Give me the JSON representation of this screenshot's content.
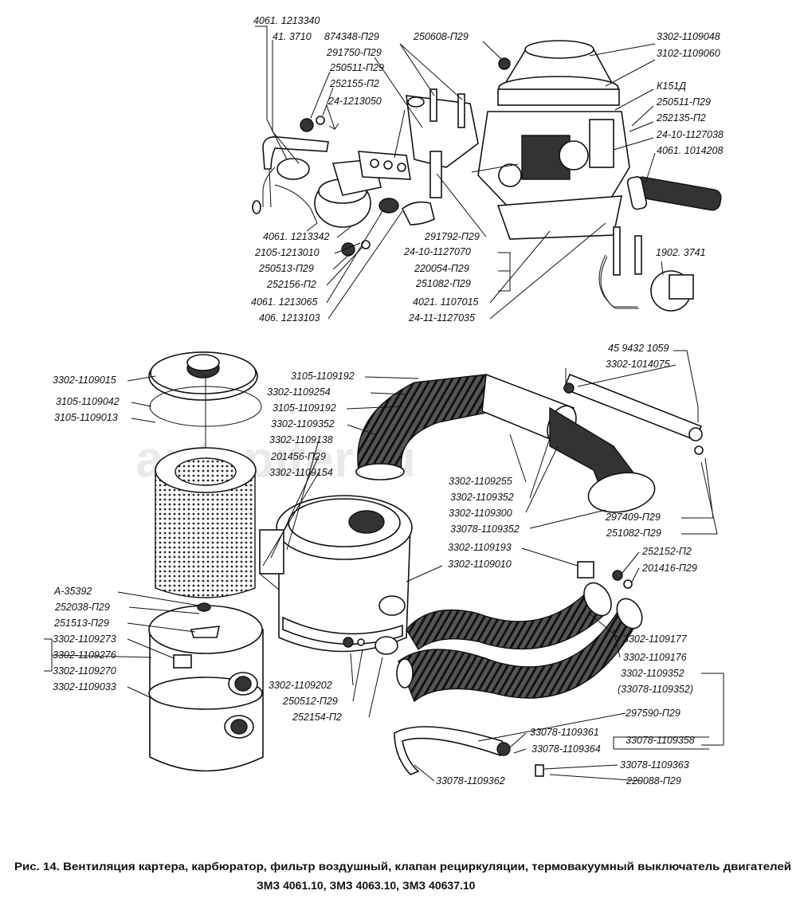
{
  "watermark": "autopiter.ru",
  "caption": {
    "line1": "Рис. 14. Вентиляция картера, карбюратор, фильтр воздушный, клапан рециркуляции, термовакуумный выключатель двигателей",
    "line2": "ЗМЗ 4061.10, ЗМЗ 4063.10, ЗМЗ 40637.10"
  },
  "labels": {
    "l01": "4061. 1213340",
    "l02": "41. 3710",
    "l03": "874348-П29",
    "l04": "291750-П29",
    "l05": "250511-П29",
    "l06": "252155-П2",
    "l07": "24-1213050",
    "l08": "250608-П29",
    "l09": "3302-1109048",
    "l10": "3102-1109060",
    "l11": "К151Д",
    "l12": "250511-П29",
    "l13": "252135-П2",
    "l14": "24-10-1127038",
    "l15": "4061. 1014208",
    "l16": "1902. 3741",
    "l17": "4061. 1213342",
    "l18": "2105-1213010",
    "l19": "250513-П29",
    "l20": "252156-П2",
    "l21": "4061. 1213065",
    "l22": "406. 1213103",
    "l23": "291792-П29",
    "l24": "24-10-1127070",
    "l25": "220054-П29",
    "l26": "251082-П29",
    "l27": "4021. 1107015",
    "l28": "24-11-1127035",
    "l29": "45 9432 1059",
    "l30": "3302-1014075",
    "l31": "3302-1109015",
    "l32": "3105-1109042",
    "l33": "3105-1109013",
    "l34": "3105-1109192",
    "l35": "3302-1109254",
    "l36": "3105-1109192",
    "l37": "3302-1109352",
    "l38": "3302-1109138",
    "l39": "201456-П29",
    "l40": "3302-1109154",
    "l41": "3302-1109255",
    "l42": "3302-1109352",
    "l43": "3302-1109300",
    "l44": "33078-1109352",
    "l45": "297409-П29",
    "l46": "251082-П29",
    "l47": "3302-1109193",
    "l48": "3302-1109010",
    "l49": "252152-П2",
    "l50": "201416-П29",
    "l51": "А-35392",
    "l52": "252038-П29",
    "l53": "251513-П29",
    "l54": "3302-1109273",
    "l55": "3302-1109276",
    "l56": "3302-1109270",
    "l57": "3302-1109033",
    "l58": "3302-1109177",
    "l59": "3302-1109176",
    "l60": "3302-1109352",
    "l61": "(33078-1109352)",
    "l62": "3302-1109202",
    "l63": "250512-П29",
    "l64": "252154-П2",
    "l65": "297590-П29",
    "l66": "33078-1109361",
    "l67": "33078-1109358",
    "l68": "33078-1109364",
    "l69": "33078-1109363",
    "l70": "220088-П29",
    "l71": "33078-1109362"
  }
}
